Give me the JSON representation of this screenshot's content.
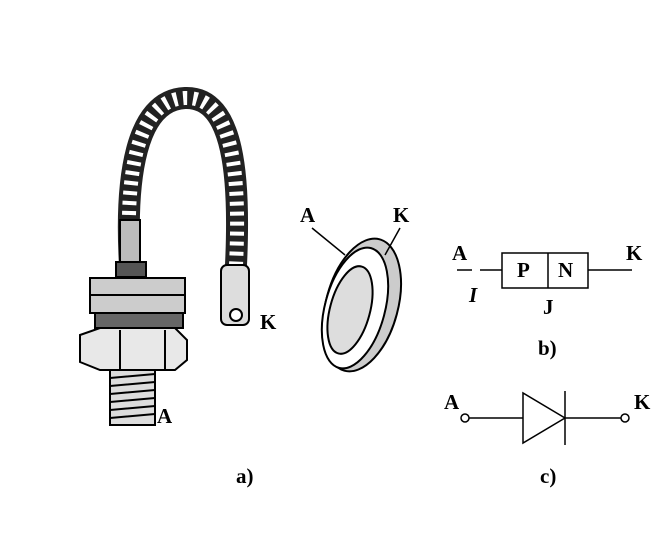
{
  "figure_a": {
    "caption": "a)",
    "anode_label": "A",
    "cathode_label": "K"
  },
  "figure_disc": {
    "anode_label": "A",
    "cathode_label": "K"
  },
  "figure_b": {
    "caption": "b)",
    "anode_label": "A",
    "cathode_label": "K",
    "p_region": "P",
    "n_region": "N",
    "junction_label": "J",
    "current_label": "I"
  },
  "figure_c": {
    "caption": "c)",
    "anode_label": "A",
    "cathode_label": "K"
  }
}
